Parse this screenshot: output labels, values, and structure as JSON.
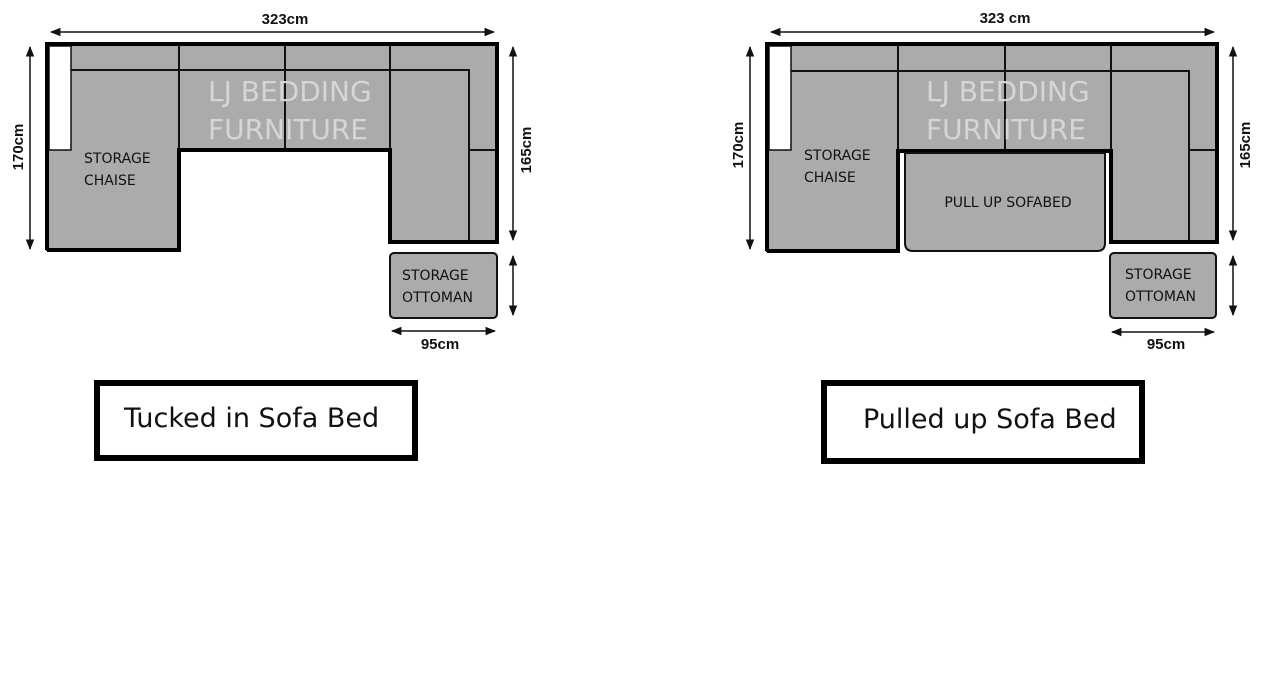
{
  "left": {
    "width_label": "323cm",
    "height_left_label": "170cm",
    "height_right_label": "165cm",
    "ottoman_width_label": "95cm",
    "watermark": [
      "LJ BEDDING",
      "FURNITURE"
    ],
    "chaise_label": [
      "STORAGE",
      "CHAISE"
    ],
    "ottoman_label": [
      "STORAGE",
      "OTTOMAN"
    ],
    "caption": "Tucked in Sofa Bed"
  },
  "right": {
    "width_label": "323 cm",
    "height_left_label": "170cm",
    "height_right_label": "165cm",
    "ottoman_width_label": "95cm",
    "watermark": [
      "LJ BEDDING",
      "FURNITURE"
    ],
    "chaise_label": [
      "STORAGE",
      "CHAISE"
    ],
    "sofabed_label": "PULL UP SOFABED",
    "ottoman_label": [
      "STORAGE",
      "OTTOMAN"
    ],
    "caption": "Pulled up Sofa Bed"
  }
}
